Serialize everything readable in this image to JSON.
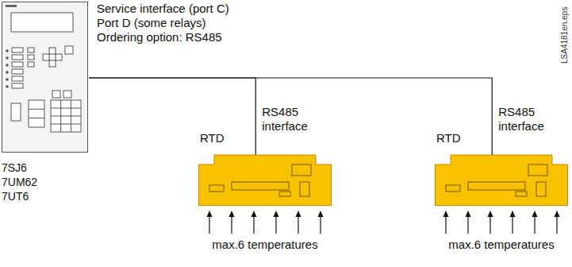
{
  "diagram": {
    "nodes": [
      {
        "text": [
          "7SJ6 7UM62 7UT6"
        ]
      },
      {
        "text": [
          "RTD"
        ]
      },
      {
        "text": [
          "RTD"
        ]
      }
    ],
    "edges": [
      {
        "from": 0,
        "to": 1,
        "arrow": "none",
        "label": "RS485 interface"
      },
      {
        "from": 0,
        "to": 2,
        "arrow": "none",
        "label": "RS485 interface"
      }
    ],
    "labels": [
      "Service interface (port C)",
      "Port D (some relays)",
      "Ordering option: RS485",
      "max.6 temperatures",
      "max.6 temperatures",
      "LSA4181en.eps"
    ]
  }
}
